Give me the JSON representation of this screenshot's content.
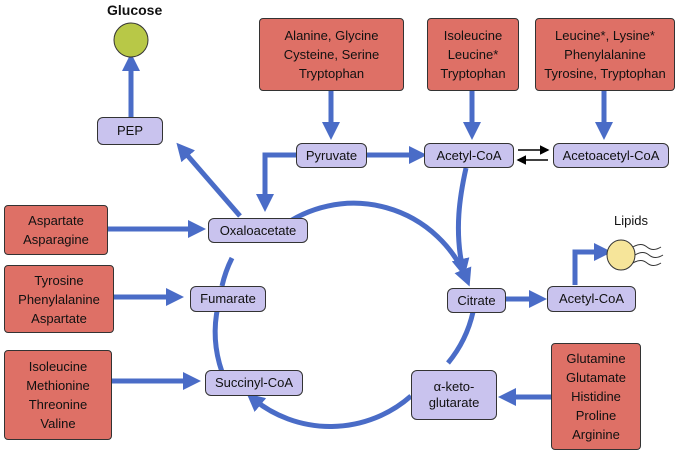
{
  "colors": {
    "arrow": "#4a6cc7",
    "source_box": "#de7066",
    "intermediate_box": "#c9c3ee",
    "glucose": "#b8c847",
    "lipid": "#f6e59a"
  },
  "labels": {
    "glucose": "Glucose",
    "lipids": "Lipids"
  },
  "intermediates": {
    "pep": "PEP",
    "pyruvate": "Pyruvate",
    "acetyl_coa_top": "Acetyl-CoA",
    "acetoacetyl_coa": "Acetoacetyl-CoA",
    "oxaloacetate": "Oxaloacetate",
    "fumarate": "Fumarate",
    "citrate": "Citrate",
    "acetyl_coa_right": "Acetyl-CoA",
    "succinyl_coa": "Succinyl-CoA",
    "alpha_ketoglutarate": [
      "α-keto-",
      "glutarate"
    ]
  },
  "amino_acid_groups": {
    "to_pyruvate": [
      "Alanine, Glycine",
      "Cysteine, Serine",
      "Tryptophan"
    ],
    "to_acetyl_coa": [
      "Isoleucine",
      "Leucine*",
      "Tryptophan"
    ],
    "to_acetoacetyl_coa": [
      "Leucine*, Lysine*",
      "Phenylalanine",
      "Tyrosine, Tryptophan"
    ],
    "to_oxaloacetate": [
      "Aspartate",
      "Asparagine"
    ],
    "to_fumarate": [
      "Tyrosine",
      "Phenylalanine",
      "Aspartate"
    ],
    "to_succinyl_coa": [
      "Isoleucine",
      "Methionine",
      "Threonine",
      "Valine"
    ],
    "to_alpha_ketoglutarate": [
      "Glutamine",
      "Glutamate",
      "Histidine",
      "Proline",
      "Arginine"
    ]
  }
}
